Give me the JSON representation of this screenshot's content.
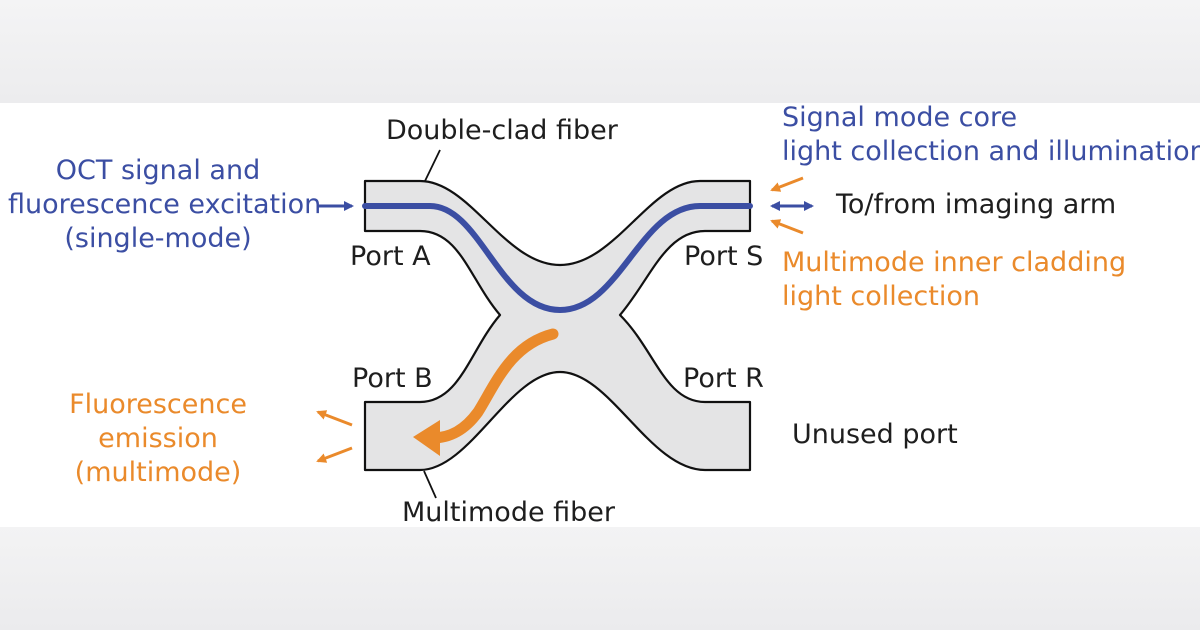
{
  "colors": {
    "blue": "#3b4ea3",
    "orange": "#ea8a2b",
    "fiber_fill": "#e4e4e5",
    "fiber_stroke": "#111111",
    "text_dark": "#1e1e1e"
  },
  "labels": {
    "double_clad_fiber": "Double-clad fiber",
    "multimode_fiber": "Multimode fiber",
    "port_a": "Port A",
    "port_b": "Port B",
    "port_s": "Port S",
    "port_r": "Port R",
    "oct_input": [
      "OCT signal and",
      "fluorescence excitation",
      "(single-mode)"
    ],
    "signal_core": [
      "Signal mode core",
      "light collection and illumination"
    ],
    "imaging_arm": "To/from imaging arm",
    "inner_cladding": [
      "Multimode inner cladding",
      "light collection"
    ],
    "fluorescence_emission": [
      "Fluorescence",
      "emission",
      "(multimode)"
    ],
    "unused_port": "Unused port"
  }
}
